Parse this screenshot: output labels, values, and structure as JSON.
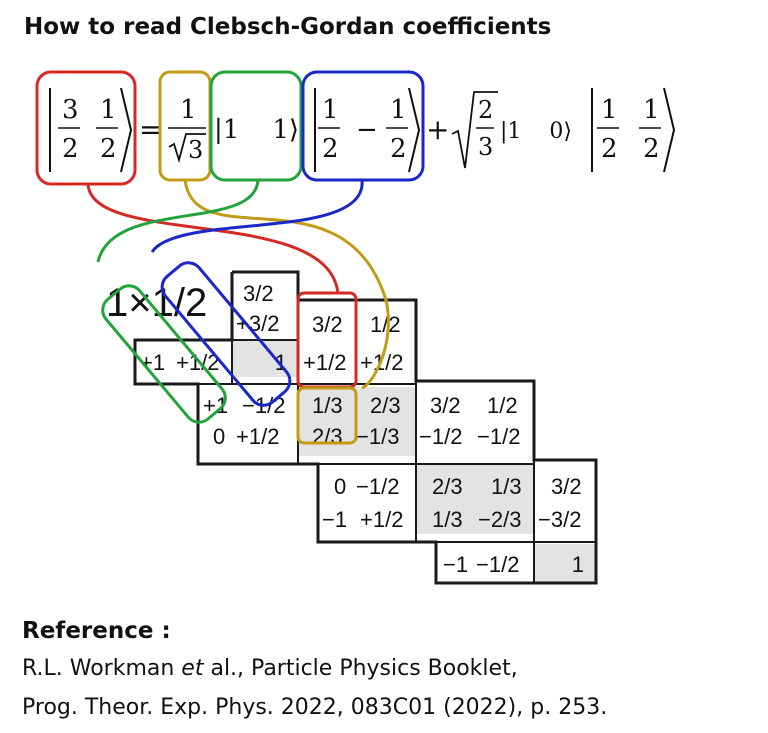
{
  "title": "How to read Clebsch-Gordan coefficients",
  "equation": {
    "lhs": {
      "j": {
        "num": "3",
        "den": "2"
      },
      "m": {
        "num": "1",
        "den": "2"
      }
    },
    "equals": "=",
    "term1": {
      "coef": {
        "num": "1",
        "den": "3"
      },
      "ket1": "|1    1⟩",
      "ket2": {
        "j": {
          "num": "1",
          "den": "2"
        },
        "m": {
          "sign": "−",
          "num": "1",
          "den": "2"
        }
      }
    },
    "plus": "+",
    "term2": {
      "coef": {
        "num": "2",
        "den": "3"
      },
      "ket1": "|1    0⟩",
      "ket2": {
        "j": {
          "num": "1",
          "den": "2"
        },
        "m": {
          "num": "1",
          "den": "2"
        }
      }
    }
  },
  "table": {
    "label": "1×1/2",
    "header_jm1": "3/2",
    "header_jm2": "+3/2",
    "row1_m": [
      "+1",
      "+1/2"
    ],
    "row1_val": "1",
    "col2_j": [
      "3/2",
      "1/2"
    ],
    "col2_m": [
      "+1/2",
      "+1/2"
    ],
    "row2_m": [
      [
        "+1",
        "−1/2"
      ],
      [
        "0",
        "+1/2"
      ]
    ],
    "row2_vals": [
      [
        "1/3",
        "2/3"
      ],
      [
        "2/3",
        "−1/3"
      ]
    ],
    "col3_j": [
      "3/2",
      "1/2"
    ],
    "col3_m": [
      "−1/2",
      "−1/2"
    ],
    "row3_m": [
      [
        "0",
        "−1/2"
      ],
      [
        "−1",
        "+1/2"
      ]
    ],
    "row3_vals": [
      [
        "2/3",
        "1/3"
      ],
      [
        "1/3",
        "−2/3"
      ]
    ],
    "col4_j": "3/2",
    "col4_m": "−3/2",
    "row4_m": [
      "−1",
      "−1/2"
    ],
    "row4_val": "1"
  },
  "highlight_colors": {
    "red": "#d42a24",
    "gold": "#c39a16",
    "green": "#22a33b",
    "blue": "#1a28c9"
  },
  "reference": {
    "heading": "Reference :",
    "line1_pre": "R.L. Workman ",
    "line1_it": "et",
    "line1_post": " al., Particle Physics Booklet,",
    "line2": "Prog. Theor. Exp. Phys. 2022, 083C01 (2022), p. 253."
  }
}
